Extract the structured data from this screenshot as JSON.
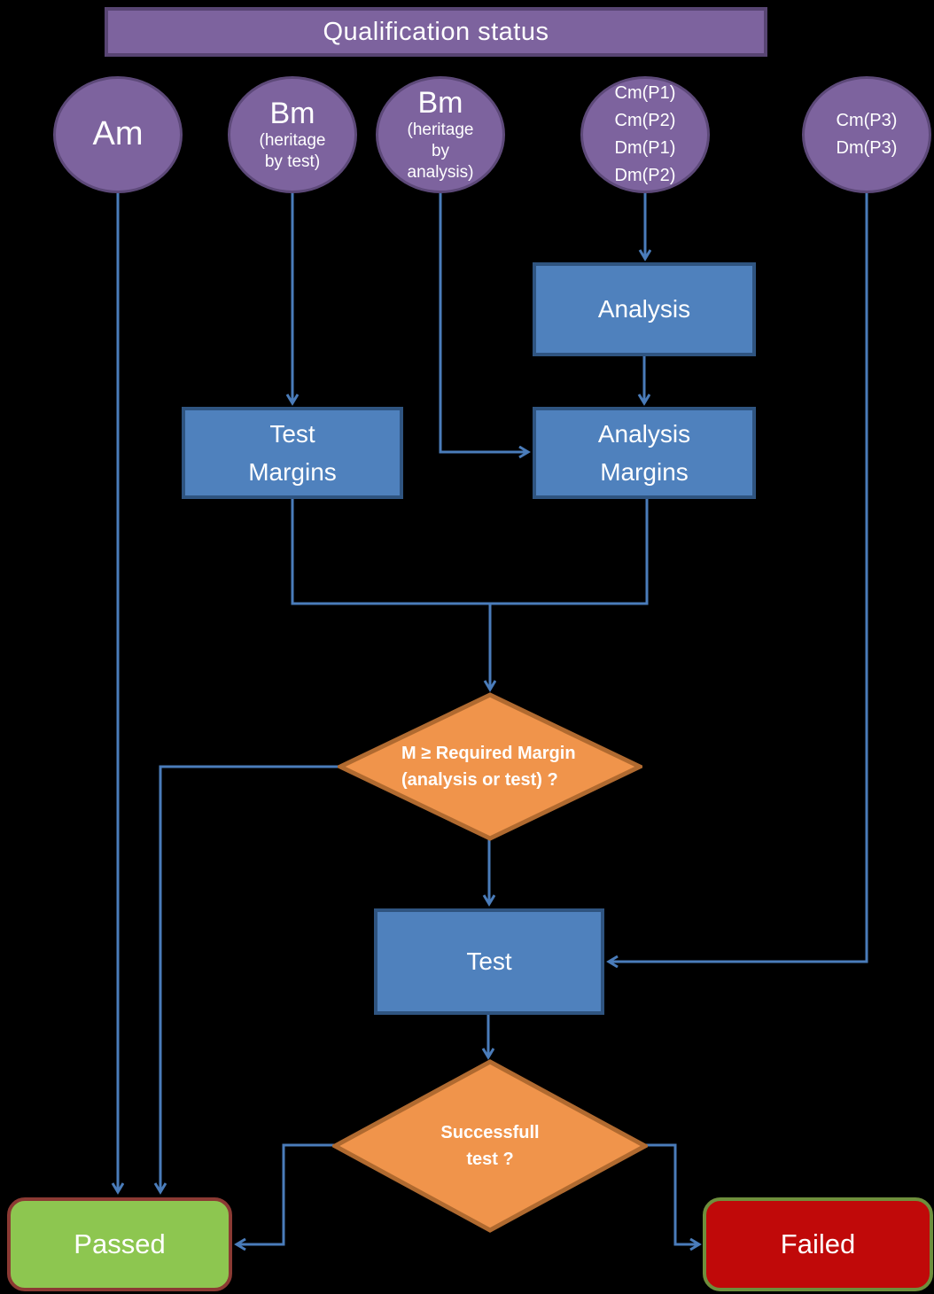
{
  "diagram_title": "Qualification status",
  "colors": {
    "background": "#000000",
    "purple_fill": "#7D639E",
    "purple_border": "#584573",
    "ellipse_border": "#5D4979",
    "blue_fill": "#4F81BD",
    "blue_border": "#2F5480",
    "orange_fill": "#F0944B",
    "orange_border": "#B06A30",
    "green_fill": "#8DC650",
    "green_border": "#8B3A33",
    "red_fill": "#C00909",
    "red_border": "#6E8F3C",
    "connector_blue": "#4A7CBA",
    "text": "#FFFFFF"
  },
  "header": {
    "label": "Qualification status"
  },
  "sources": {
    "am": {
      "label": "Am"
    },
    "bm_test": {
      "label": "Bm",
      "sublines": [
        "(heritage",
        "by test)"
      ]
    },
    "bm_analysis": {
      "label": "Bm",
      "sublines": [
        "(heritage",
        "by",
        "analysis)"
      ]
    },
    "cm_dm_p12": {
      "lines": [
        "Cm(P1)",
        "Cm(P2)",
        "Dm(P1)",
        "Dm(P2)"
      ]
    },
    "cm_dm_p3": {
      "lines": [
        "Cm(P3)",
        "Dm(P3)"
      ]
    }
  },
  "process": {
    "analysis": {
      "label": "Analysis"
    },
    "test_margins": {
      "lines": [
        "Test",
        "Margins"
      ]
    },
    "analysis_margins": {
      "lines": [
        "Analysis",
        "Margins"
      ]
    },
    "test": {
      "label": "Test"
    }
  },
  "decisions": {
    "margin": {
      "lines": [
        "M ≥ Required Margin",
        "(analysis or test) ?"
      ]
    },
    "successful_test": {
      "lines": [
        "Successfull",
        "test ?"
      ]
    }
  },
  "outcomes": {
    "passed": {
      "label": "Passed"
    },
    "failed": {
      "label": "Failed"
    }
  }
}
